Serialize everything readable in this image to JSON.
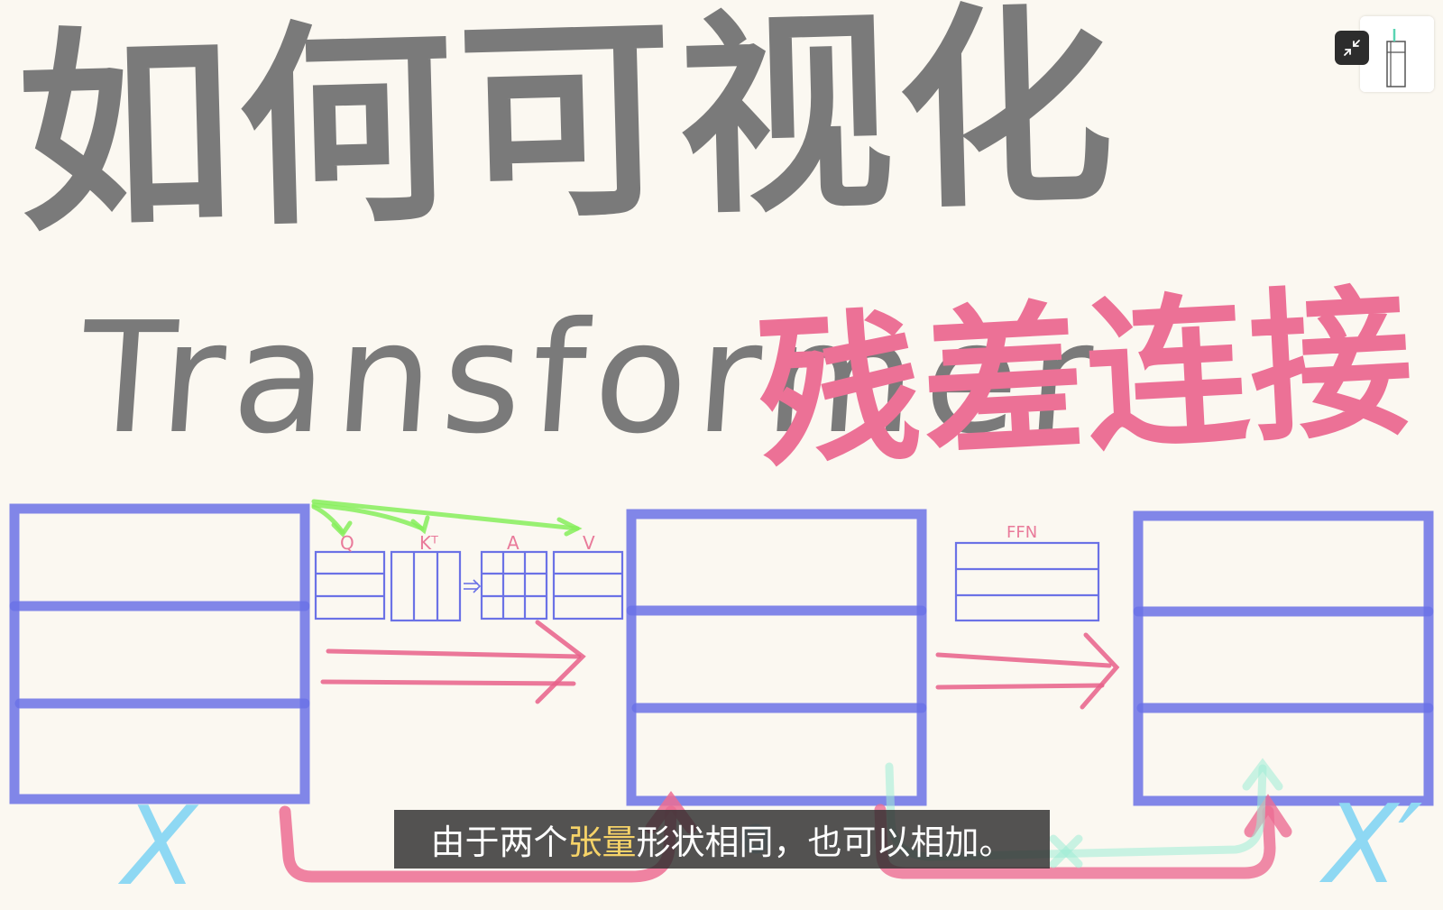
{
  "title": {
    "line1": "如何可视化",
    "line2": "Transformer",
    "highlight": "残差连接"
  },
  "diagram": {
    "labels": {
      "q": "Q",
      "k": "Kᵀ",
      "a": "A",
      "v": "V",
      "ffn": "FFN",
      "input": "X",
      "output": "X′"
    },
    "colors": {
      "tensor": "#6b72e6",
      "arrow": "#e8608a",
      "attention_arrow": "#86ee5c",
      "residual": "#ec6d93",
      "residual_plus": "#9eecd6",
      "variable": "#8ed8f3"
    }
  },
  "subtitle": {
    "before": "由于两个",
    "highlight": "张量",
    "after": "形状相同，也可以相加。"
  },
  "controls": {
    "collapse_icon": "collapse-icon",
    "thumbnail": "video-thumbnail"
  }
}
